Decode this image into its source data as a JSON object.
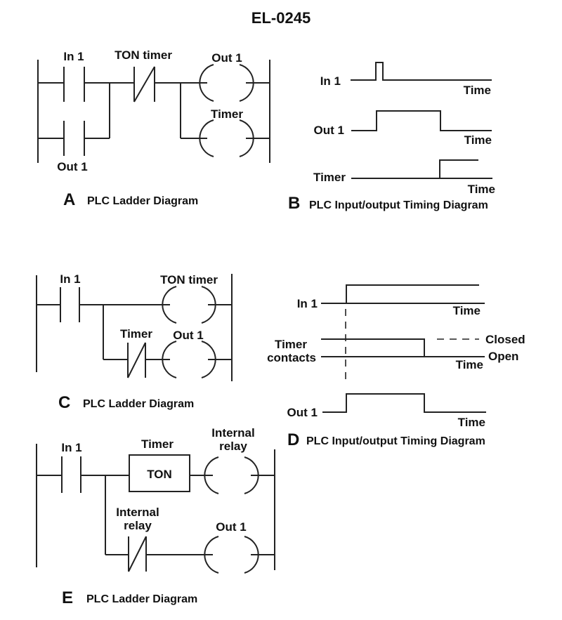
{
  "title": "EL-0245",
  "panels": {
    "A": {
      "letter": "A",
      "caption": "PLC Ladder Diagram",
      "labels": {
        "in1": "In 1",
        "ton_timer": "TON timer",
        "out1_coil": "Out 1",
        "timer_coil": "Timer",
        "out1_contact": "Out 1"
      }
    },
    "B": {
      "letter": "B",
      "caption": "PLC Input/output Timing Diagram",
      "signals": [
        {
          "name": "In 1",
          "axis_label": "Time"
        },
        {
          "name": "Out 1",
          "axis_label": "Time"
        },
        {
          "name": "Timer",
          "axis_label": "Time"
        }
      ]
    },
    "C": {
      "letter": "C",
      "caption": "PLC Ladder Diagram",
      "labels": {
        "in1": "In 1",
        "ton_timer": "TON timer",
        "timer_contact": "Timer",
        "out1_coil": "Out 1"
      }
    },
    "D": {
      "letter": "D",
      "caption": "PLC Input/output Timing Diagram",
      "signals": [
        {
          "name": "In 1",
          "axis_label": "Time"
        },
        {
          "name_line1": "Timer",
          "name_line2": "contacts",
          "axis_label": "Time"
        },
        {
          "name": "Out 1",
          "axis_label": "Time"
        }
      ],
      "legend": {
        "closed": "Closed",
        "open": "Open"
      }
    },
    "E": {
      "letter": "E",
      "caption": "PLC Ladder Diagram",
      "labels": {
        "in1": "In 1",
        "timer": "Timer",
        "ton_box": "TON",
        "internal_relay_coil_line1": "Internal",
        "internal_relay_coil_line2": "relay",
        "internal_relay_contact_line1": "Internal",
        "internal_relay_contact_line2": "relay",
        "out1_coil": "Out 1"
      }
    }
  }
}
